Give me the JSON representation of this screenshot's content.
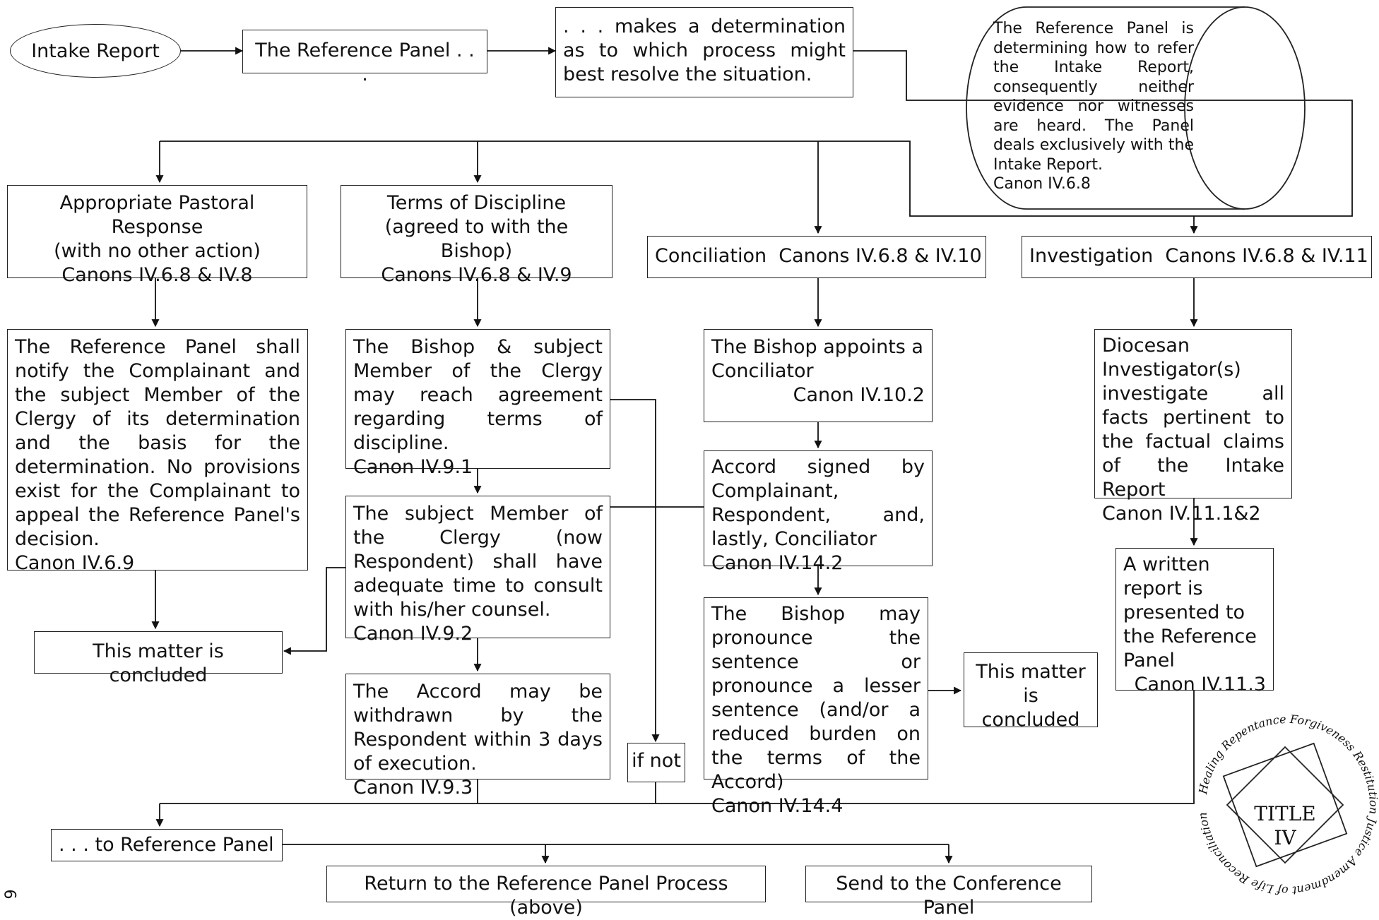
{
  "start": "Intake Report",
  "panel": "The Reference Panel . . .",
  "determination": ". . . makes a determination as to which process might best resolve the situation.",
  "note": {
    "text": "The Reference Panel is determining how to refer the Intake Report, consequently neither evidence nor witnesses are heard. The Panel deals exclusively with the Intake Report.",
    "cite": "Canon IV.6.8"
  },
  "branches": {
    "pastoral": {
      "title": "Appropriate Pastoral Response",
      "sub": "(with no other action)",
      "cite": "Canons IV.6.8 & IV.8"
    },
    "terms": {
      "title": "Terms of Discipline",
      "sub": "(agreed to with the Bishop)",
      "cite": "Canons IV.6.8 & IV.9"
    },
    "conciliation": {
      "title": "Conciliation  Canons IV.6.8 & IV.10"
    },
    "investigation": {
      "title": "Investigation  Canons IV.6.8 & IV.11"
    }
  },
  "pastoral_steps": {
    "notify": {
      "text": "The Reference Panel shall notify the Complainant and the subject Member of the Clergy of its determination and the basis for the determination. No provisions exist for the Complainant to appeal the Reference Panel's decision.",
      "cite": "Canon IV.6.9"
    },
    "concluded": "This matter is concluded"
  },
  "terms_steps": {
    "agree": {
      "text": "The Bishop & subject Member of the Clergy may reach agreement regarding terms of discipline.",
      "cite": "Canon IV.9.1"
    },
    "consult": {
      "text": "The subject Member of the Clergy (now Respondent) shall have adequate time to consult with his/her counsel.",
      "cite": "Canon IV.9.2"
    },
    "withdraw": {
      "text": "The Accord may be withdrawn by the Respondent within 3 days of execution.",
      "cite": "Canon IV.9.3"
    },
    "if_not": "if not"
  },
  "conciliation_steps": {
    "appoint": {
      "text": "The Bishop appoints a Conciliator",
      "cite": "Canon IV.10.2"
    },
    "accord": {
      "text": "Accord signed by Complainant, Respondent, and, lastly, Conciliator",
      "cite": "Canon IV.14.2"
    },
    "sentence": {
      "text": "The Bishop may pronounce the sentence or pronounce a lesser sentence (and/or a reduced burden on the terms of the Accord)",
      "cite": "Canon IV.14.4"
    },
    "concluded": "This matter is concluded"
  },
  "investigation_steps": {
    "investigate": {
      "text": "Diocesan Investigator(s) investigate all facts pertinent to the factual claims of the Intake Report",
      "cite": "Canon IV.11.1&2"
    },
    "report": {
      "text": "A written report is presented to the Reference Panel",
      "cite": "Canon IV.11.3"
    }
  },
  "bottom": {
    "to_panel": ". . . to Reference Panel",
    "return": "Return to the Reference Panel Process (above)",
    "conference": "Send to the Conference Panel"
  },
  "seal": {
    "center_top": "TITLE",
    "center_bottom": "IV",
    "ring_text": "Healing Repentance Forgiveness Restitution Justice Amendment of Life Reconciliation"
  },
  "page_number": "6"
}
